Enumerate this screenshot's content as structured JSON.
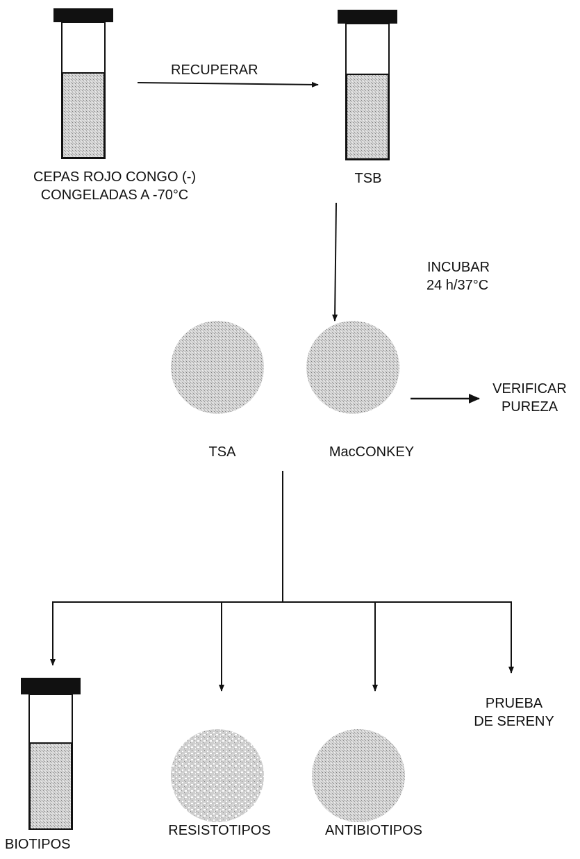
{
  "diagram": {
    "steps": {
      "recover": "RECUPERAR",
      "incubate_line1": "INCUBAR",
      "incubate_line2": "24 h/37°C",
      "verify_line1": "VERIFICAR",
      "verify_line2": "PUREZA"
    },
    "nodes": {
      "frozen_strains_line1": "CEPAS ROJO CONGO (-)",
      "frozen_strains_line2": "CONGELADAS A -70°C",
      "tsb": "TSB",
      "tsa": "TSA",
      "macconkey": "MacCONKEY",
      "biotipos": "BIOTIPOS",
      "resistotipos": "RESISTOTIPOS",
      "antibiotipos": "ANTIBIOTIPOS",
      "sereny_line1": "PRUEBA",
      "sereny_line2": "DE SERENY"
    }
  }
}
